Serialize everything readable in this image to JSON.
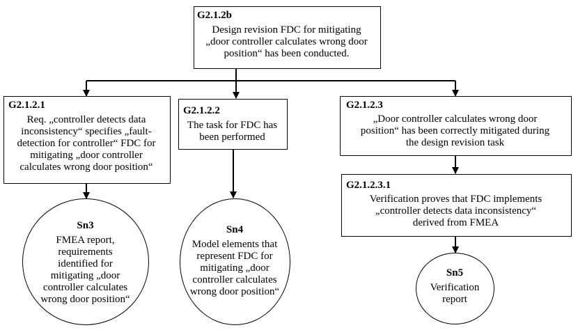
{
  "goals": {
    "g2_1_2b": {
      "id": "G2.1.2b",
      "text": "Design revision FDC for mitigating\n„door controller calculates wrong door\nposition“ has been conducted."
    },
    "g2_1_2_1": {
      "id": "G2.1.2.1",
      "text": "Req. „controller detects data\ninconsistency“ specifies „fault-\ndetection for controller“ FDC for\nmitigating „door controller\ncalculates wrong door position“"
    },
    "g2_1_2_2": {
      "id": "G2.1.2.2",
      "text": "The task for FDC has\nbeen performed"
    },
    "g2_1_2_3": {
      "id": "G2.1.2.3",
      "text": "„Door controller calculates wrong door\nposition“ has been correctly mitigated during\nthe design revision task"
    },
    "g2_1_2_3_1": {
      "id": "G2.1.2.3.1",
      "text": "Verification proves that FDC  implements\n„controller detects data inconsistency“\nderived from FMEA"
    }
  },
  "solutions": {
    "sn3": {
      "id": "Sn3",
      "text": "FMEA report,\nrequirements\nidentified for\nmitigating „door\ncontroller calculates\nwrong door position“"
    },
    "sn4": {
      "id": "Sn4",
      "text": "Model elements that\nrepresent FDC for\nmitigating „door\ncontroller calculates\nwrong door position“"
    },
    "sn5": {
      "id": "Sn5",
      "text": "Verification\nreport"
    }
  }
}
